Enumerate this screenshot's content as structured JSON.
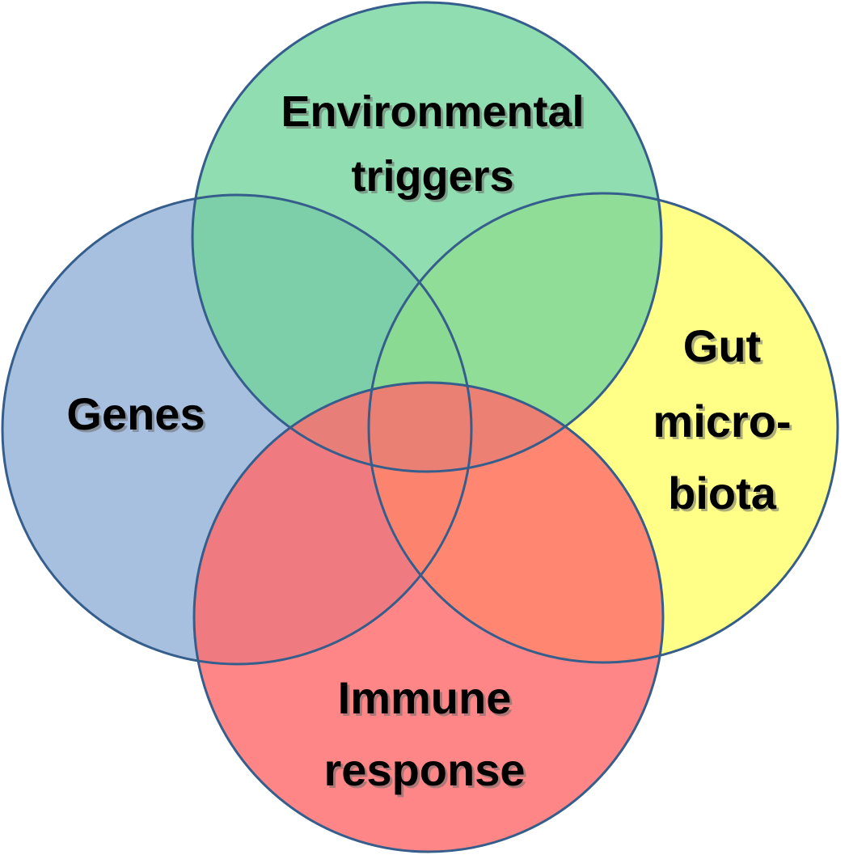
{
  "diagram": {
    "type": "venn",
    "sets": {
      "environmental": {
        "lines": [
          "Environmental",
          "triggers"
        ],
        "color": "#6fd49a"
      },
      "genes": {
        "lines": [
          "Genes"
        ],
        "color": "#8faed6"
      },
      "gut": {
        "lines": [
          "Gut",
          "micro-",
          "biota"
        ],
        "color": "#ffff66"
      },
      "immune": {
        "lines": [
          "Immune",
          "response"
        ],
        "color": "#ff6b6b"
      }
    },
    "outline_color": "#355e8c"
  }
}
